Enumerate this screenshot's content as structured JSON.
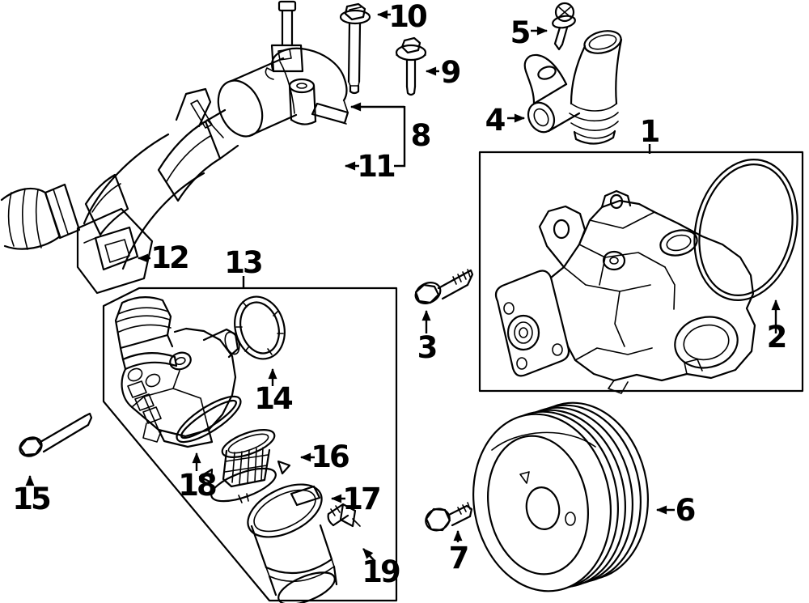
{
  "diagram": {
    "kind": "exploded-parts-line-diagram",
    "background_color": "#ffffff",
    "line_color": "#000000",
    "callouts": [
      {
        "number": "1",
        "part": "water-pump"
      },
      {
        "number": "2",
        "part": "o-ring-seal"
      },
      {
        "number": "3",
        "part": "mounting-bolt"
      },
      {
        "number": "4",
        "part": "water-outlet-connector"
      },
      {
        "number": "5",
        "part": "connector-bolt"
      },
      {
        "number": "6",
        "part": "water-pump-pulley"
      },
      {
        "number": "7",
        "part": "pulley-bolt"
      },
      {
        "number": "8",
        "part": "thermostat-housing"
      },
      {
        "number": "9",
        "part": "housing-bolt"
      },
      {
        "number": "10",
        "part": "housing-bolt-long"
      },
      {
        "number": "11",
        "part": "housing-gasket"
      },
      {
        "number": "12",
        "part": "inlet-hose-assembly"
      },
      {
        "number": "13",
        "part": "thermostat-unit-assembly"
      },
      {
        "number": "14",
        "part": "seal-ring"
      },
      {
        "number": "15",
        "part": "assembly-bolt-long"
      },
      {
        "number": "16",
        "part": "thermostat"
      },
      {
        "number": "17",
        "part": "thermostat-cover"
      },
      {
        "number": "18",
        "part": "cover-o-ring"
      },
      {
        "number": "19",
        "part": "bleed-fitting"
      }
    ]
  }
}
